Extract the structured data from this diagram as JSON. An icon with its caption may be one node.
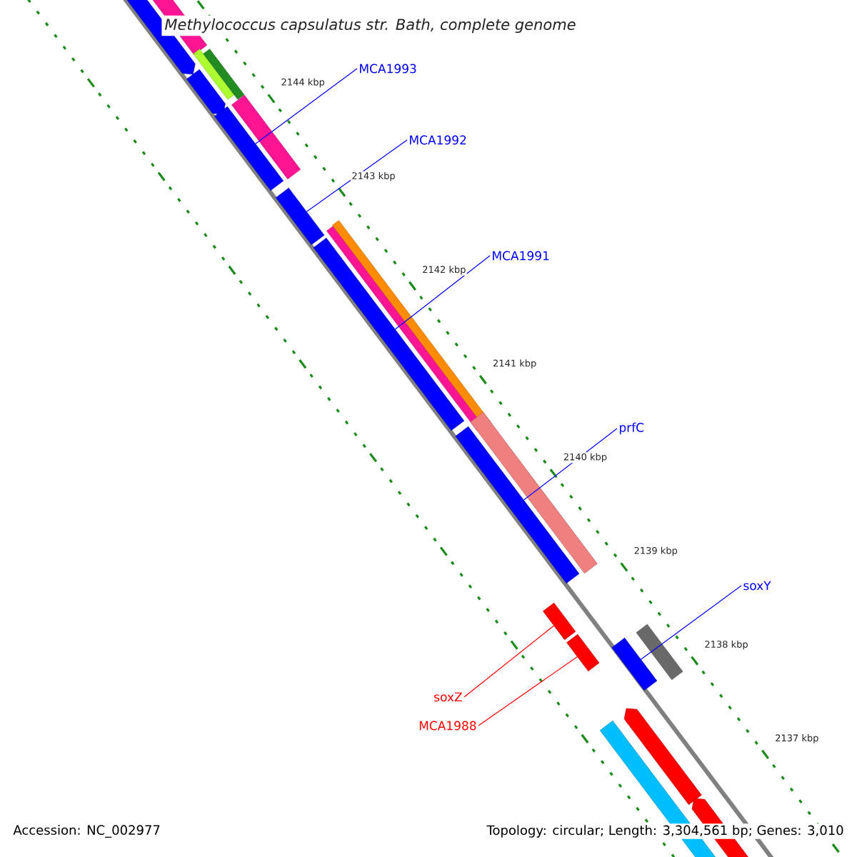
{
  "diagram": {
    "title": "Methylococcus capsulatus str. Bath, complete genome",
    "nodes": [
      {
        "text": [
          "MCA1993"
        ]
      },
      {
        "text": [],
        "shape": "bar"
      },
      {
        "text": [
          "MCA1992"
        ]
      },
      {
        "text": [],
        "shape": "bar"
      },
      {
        "text": [
          "MCA1991"
        ]
      },
      {
        "text": [],
        "shape": "bar"
      },
      {
        "text": [
          "prfC"
        ]
      },
      {
        "text": [],
        "shape": "bar"
      },
      {
        "text": [
          "soxY"
        ]
      },
      {
        "text": [],
        "shape": "bar"
      },
      {
        "text": [
          "soxZ"
        ]
      },
      {
        "text": [],
        "shape": "bar"
      },
      {
        "text": [
          "MCA1988"
        ]
      },
      {
        "text": [],
        "shape": "bar"
      }
    ],
    "edges": [
      {
        "from": 0,
        "to": 1,
        "arrow": "none"
      },
      {
        "from": 2,
        "to": 3,
        "arrow": "none"
      },
      {
        "from": 4,
        "to": 5,
        "arrow": "none"
      },
      {
        "from": 6,
        "to": 7,
        "arrow": "none"
      },
      {
        "from": 8,
        "to": 9,
        "arrow": "none"
      },
      {
        "from": 10,
        "to": 11,
        "arrow": "none",
        "color": "#ff0000"
      },
      {
        "from": 12,
        "to": 13,
        "arrow": "none",
        "color": "#ff0000"
      }
    ],
    "labels": [
      "2144 kbp",
      "2143 kbp",
      "2142 kbp",
      "2141 kbp",
      "2140 kbp",
      "2139 kbp",
      "2138 kbp",
      "2137 kbp",
      "Accession: NC_002977",
      "Topology: circular; Length: 3,304,561 bp; Genes: 3,010"
    ]
  }
}
